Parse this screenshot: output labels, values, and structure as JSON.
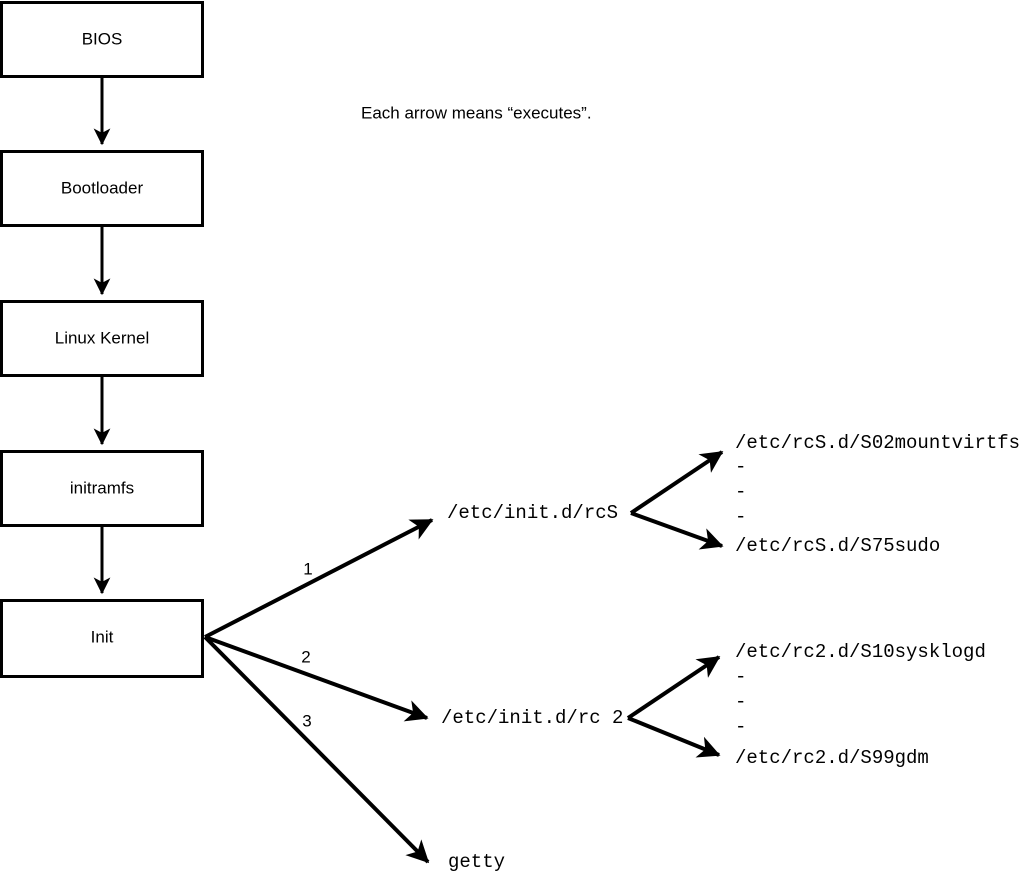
{
  "diagram": {
    "title_note": "Each arrow means “executes”.",
    "boot_chain": [
      {
        "id": "bios",
        "label": "BIOS"
      },
      {
        "id": "bootloader",
        "label": "Bootloader"
      },
      {
        "id": "kernel",
        "label": "Linux Kernel"
      },
      {
        "id": "initramfs",
        "label": "initramfs"
      },
      {
        "id": "init",
        "label": "Init"
      }
    ],
    "init_branches": [
      {
        "number": "1",
        "target": "/etc/init.d/rcS"
      },
      {
        "number": "2",
        "target": "/etc/init.d/rc 2"
      },
      {
        "number": "3",
        "target": "getty"
      }
    ],
    "rcs_scripts": {
      "first": "/etc/rcS.d/S02mountvirtfs",
      "ellipsis": [
        "-",
        "-",
        "-"
      ],
      "last": "/etc/rcS.d/S75sudo"
    },
    "rc2_scripts": {
      "first": "/etc/rc2.d/S10sysklogd",
      "ellipsis": [
        "-",
        "-",
        "-"
      ],
      "last": "/etc/rc2.d/S99gdm"
    },
    "colors": {
      "stroke": "#000000",
      "fill": "#ffffff",
      "text": "#000000"
    }
  }
}
